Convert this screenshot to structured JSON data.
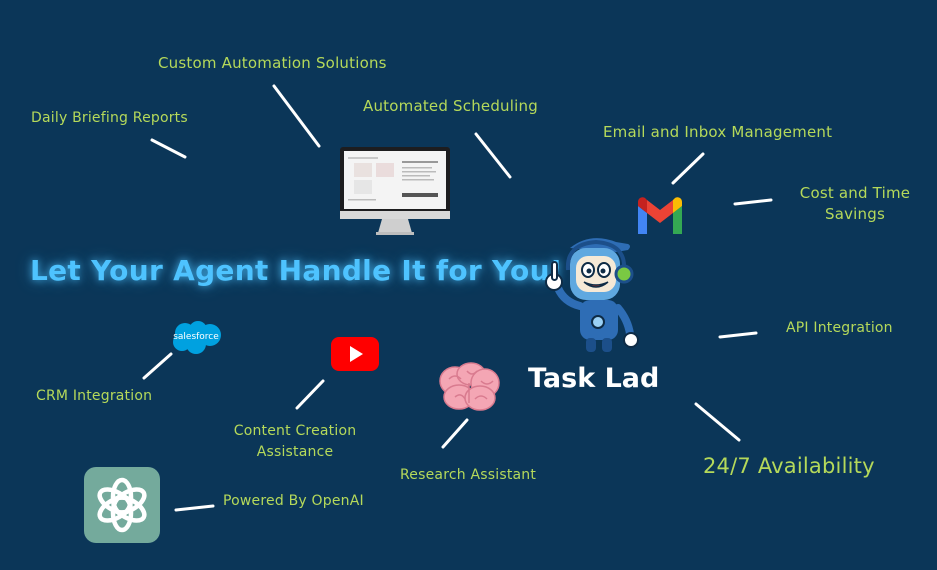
{
  "headline": "Let Your Agent Handle It for You!",
  "brand": {
    "name": "Task Lad"
  },
  "features": {
    "custom_automation": "Custom Automation Solutions",
    "daily_briefing": "Daily Briefing Reports",
    "automated_scheduling": "Automated Scheduling",
    "email_inbox": "Email and Inbox Management",
    "cost_time_line1": "Cost and Time",
    "cost_time_line2": "Savings",
    "api_integration": "API Integration",
    "crm_integration": "CRM Integration",
    "content_creation_line1": "Content Creation",
    "content_creation_line2": "Assistance",
    "research_assistant": "Research Assistant",
    "availability": "24/7 Availability",
    "powered_by": "Powered By OpenAI"
  },
  "logos": {
    "salesforce": "salesforce"
  },
  "icons": {
    "monitor": "monitor-icon",
    "gmail": "gmail-icon",
    "salesforce": "salesforce-icon",
    "youtube": "youtube-icon",
    "brain": "brain-icon",
    "openai": "openai-icon",
    "mascot": "mascot-robot-icon"
  },
  "colors": {
    "background": "#0b3658",
    "label": "#b5d95a",
    "headline": "#4ec3ff",
    "brand": "#ffffff"
  }
}
